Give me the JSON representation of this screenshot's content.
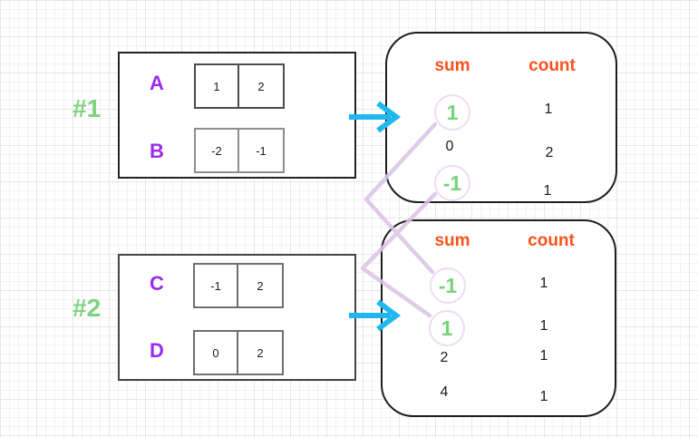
{
  "examples": [
    {
      "label": "#1",
      "arrays": [
        {
          "name": "A",
          "cells": [
            "1",
            "2"
          ]
        },
        {
          "name": "B",
          "cells": [
            "-2",
            "-1"
          ]
        }
      ],
      "table": {
        "sum_header": "sum",
        "count_header": "count",
        "rows": [
          {
            "sum": "1",
            "count": "1",
            "circled": true
          },
          {
            "sum": "0",
            "count": "2",
            "circled": false
          },
          {
            "sum": "-1",
            "count": "1",
            "circled": true
          }
        ]
      }
    },
    {
      "label": "#2",
      "arrays": [
        {
          "name": "C",
          "cells": [
            "-1",
            "2"
          ]
        },
        {
          "name": "D",
          "cells": [
            "0",
            "2"
          ]
        }
      ],
      "table": {
        "sum_header": "sum",
        "count_header": "count",
        "rows": [
          {
            "sum": "-1",
            "count": "1",
            "circled": true
          },
          {
            "sum": "1",
            "count": "1",
            "circled": true
          },
          {
            "sum": "2",
            "count": "1",
            "circled": false
          },
          {
            "sum": "4",
            "count": "1",
            "circled": false
          }
        ]
      }
    }
  ],
  "connections": [
    {
      "from_example": "#1",
      "from_sum": "1",
      "to_example": "#2",
      "to_sum": "-1"
    },
    {
      "from_example": "#1",
      "from_sum": "-1",
      "to_example": "#2",
      "to_sum": "1"
    }
  ],
  "colors": {
    "example_label_green": "#7ed37e",
    "array_name_purple": "#9b2bf2",
    "table_header_orange": "#fb521d",
    "arrow_cyan": "#20b7ef",
    "connector_lavender": "#d9c4e6",
    "highlight_green": "#77d377",
    "text_black": "#1b1b1b"
  }
}
